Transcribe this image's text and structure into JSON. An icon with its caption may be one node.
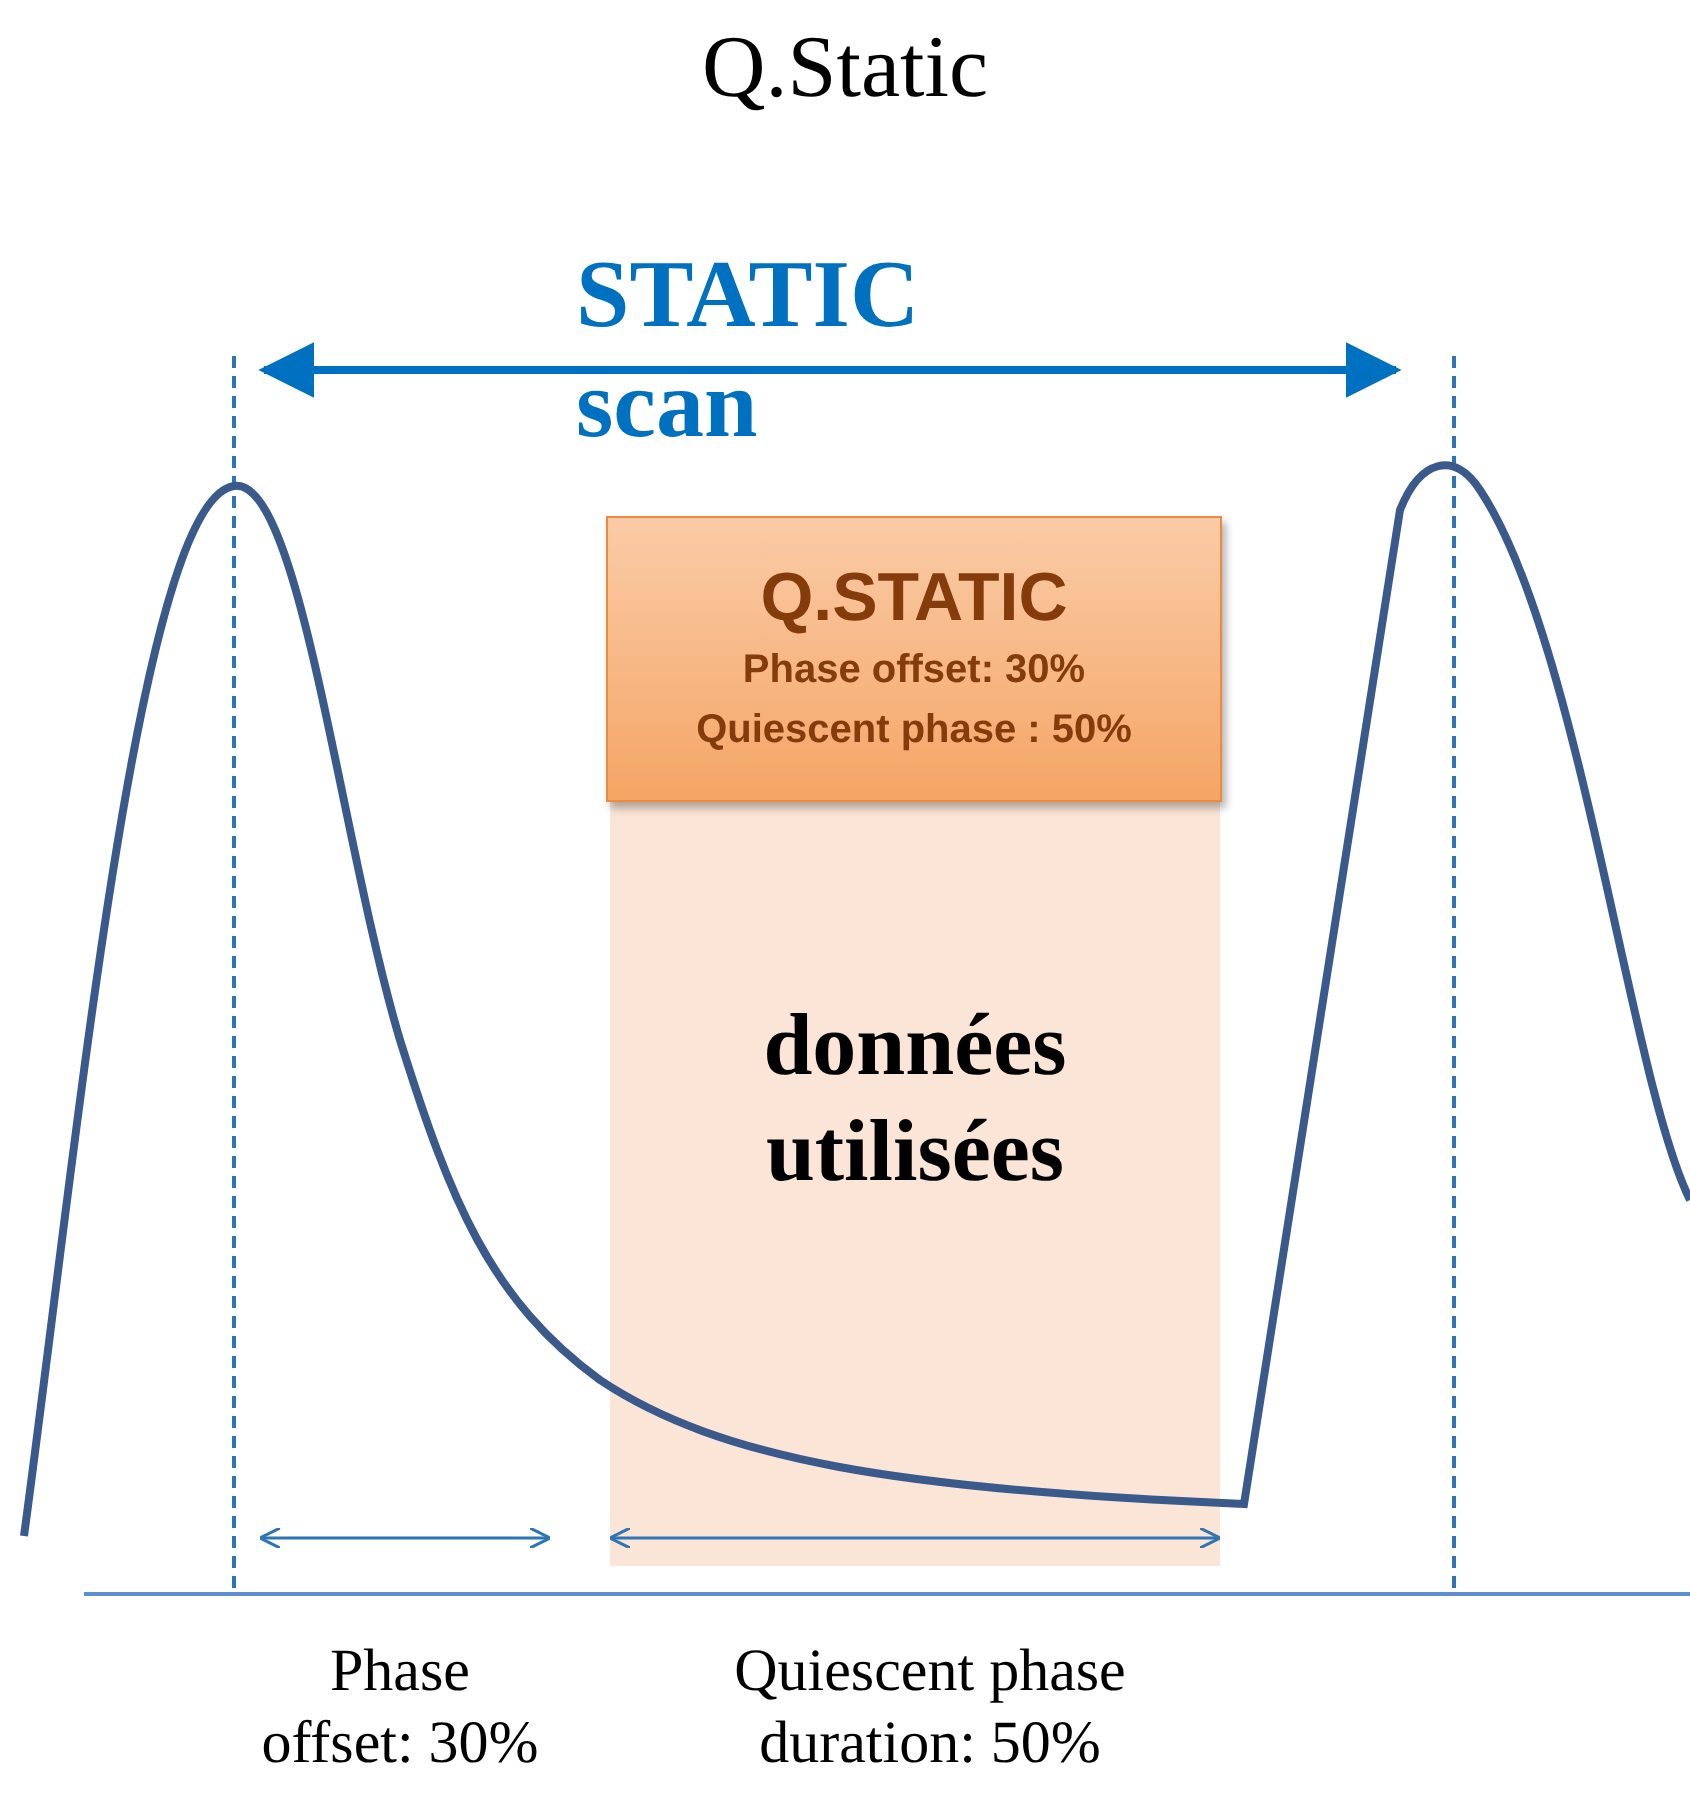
{
  "diagram": {
    "title": "Q.Static",
    "nodes": [
      {
        "text": [
          "Q.STATIC",
          "Phase offset: 30%",
          "Quiescent phase : 50%"
        ]
      },
      {
        "text": [
          "données utilisées"
        ]
      }
    ],
    "labels": [
      "STATIC scan",
      "Phase offset: 30%",
      "Quiescent phase duration: 50%"
    ]
  }
}
